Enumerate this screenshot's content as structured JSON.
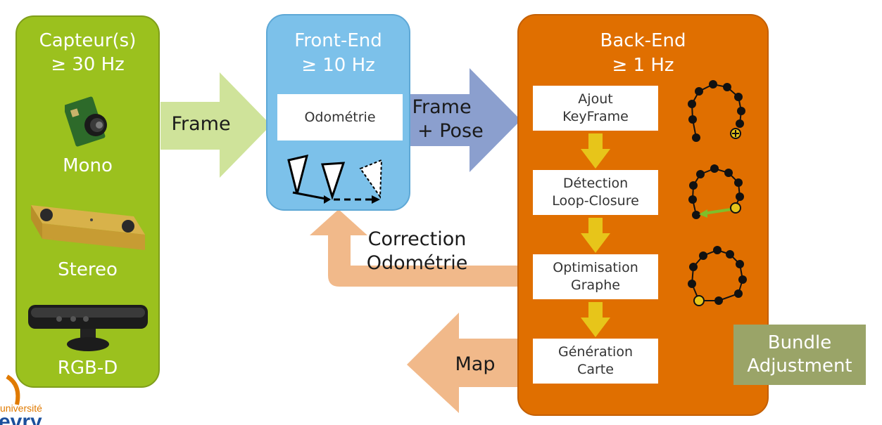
{
  "sensors": {
    "title": "Capteur(s)",
    "rate": "≥ 30 Hz",
    "items": [
      "Mono",
      "Stereo",
      "RGB-D"
    ]
  },
  "frontend": {
    "title": "Front-End",
    "rate": "≥ 10 Hz",
    "box": "Odométrie"
  },
  "backend": {
    "title": "Back-End",
    "rate": "≥ 1 Hz",
    "steps": [
      [
        "Ajout",
        "KeyFrame"
      ],
      [
        "Détection",
        "Loop-Closure"
      ],
      [
        "Optimisation",
        "Graphe"
      ],
      [
        "Génération",
        "Carte"
      ]
    ]
  },
  "arrows": {
    "frame": "Frame",
    "frame_pose": [
      "Frame",
      "+ Pose"
    ],
    "correction": [
      "Correction",
      "Odométrie"
    ],
    "map": "Map"
  },
  "callout": [
    "Bundle",
    "Adjustment"
  ],
  "logo": "université evry",
  "colors": {
    "sensor_green": "#9bc11e",
    "frontend_blue": "#7cc1ea",
    "backend_orange": "#e06f00",
    "arrow_light_green": "#cfe39a",
    "arrow_purple": "#8b9fce",
    "arrow_peach": "#f1b98a",
    "step_arrow_yellow": "#e7c51a",
    "callout_olive": "#9aa468"
  }
}
